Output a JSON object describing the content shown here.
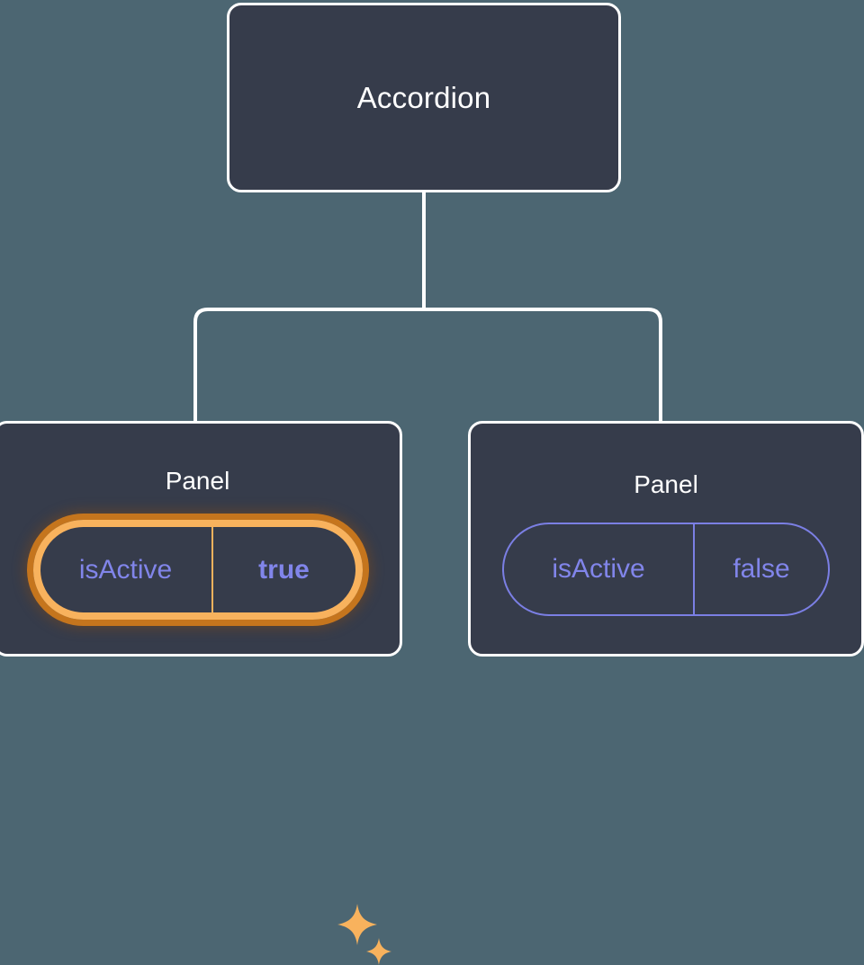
{
  "diagram": {
    "type": "component-tree",
    "background_color": "#4c6672",
    "node_fill_color": "#363c4b",
    "node_border_color": "#ffffff",
    "connector_color": "#ffffff",
    "prop_accent_color": "#8185ea",
    "highlight_outer_color": "#c5751d",
    "highlight_inner_color": "#f8b25d",
    "root": {
      "label": "Accordion"
    },
    "children": [
      {
        "label": "Panel",
        "highlighted": true,
        "prop": {
          "key": "isActive",
          "value": "true",
          "value_emphasis": "bold"
        },
        "decorations": [
          "sparkle-large",
          "sparkle-small"
        ]
      },
      {
        "label": "Panel",
        "highlighted": false,
        "prop": {
          "key": "isActive",
          "value": "false",
          "value_emphasis": "regular"
        },
        "decorations": []
      }
    ]
  }
}
